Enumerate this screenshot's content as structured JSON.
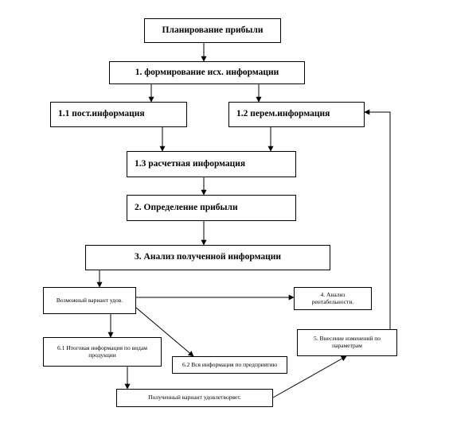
{
  "nodes": {
    "planning": "Планирование прибыли",
    "info_formation": "1. формирование исх. информации",
    "const_info": "1.1 пост.информация",
    "var_info": "1.2 перем.информация",
    "calc_info": "1.3  расчетная информация",
    "profit_def": "2.  Определение прибыли",
    "analysis": "3.  Анализ полученной информации",
    "possible_variant": "Возможный вариант удов.",
    "profitability": "4. Анализ рентабельности.",
    "changes": "5. Внесение изменений по параметрам",
    "itemized_info": "6.1 Итоговая информация по видам продукции",
    "all_info": "6.2 Вся информация по предприятию",
    "result_variant": "Полученный вариант удовлетворяет."
  },
  "colors": {
    "stroke": "#000000",
    "background": "#ffffff"
  }
}
